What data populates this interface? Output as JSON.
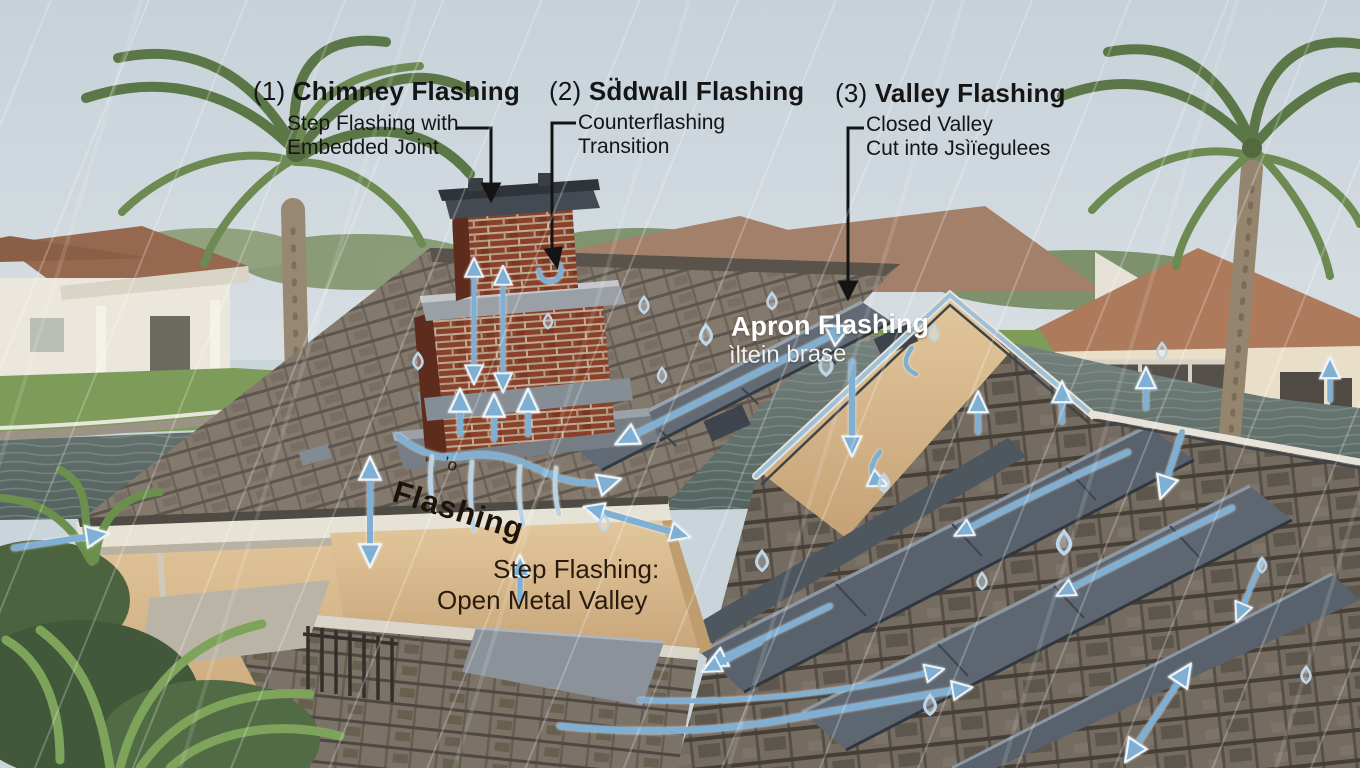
{
  "annotations": {
    "callout1": {
      "number": "(1)",
      "title": "Chimney Flashing",
      "sub1": "Step Flashing with",
      "sub2": "Embedded Joint"
    },
    "callout2": {
      "number": "(2)",
      "title": "Sd̈dwall Flashing",
      "sub1": "Counterflashing",
      "sub2": "Transition"
    },
    "callout3": {
      "number": "(3)",
      "title": "Valley Flashing",
      "sub1": "Closed Valley",
      "sub2": "Cut intө Jsìïegulees"
    }
  },
  "roof_labels": {
    "apron_title": "Apron Flashing",
    "apron_sub": "ìltein brase",
    "wall_stray_mark": "ʼo",
    "wall_label": "Flashing",
    "step_line1": "Step Flashing:",
    "step_line2": "Open Metal Valley"
  },
  "colors": {
    "sky": "#c9d4db",
    "water": "#667573",
    "lawn": "#7d9b59",
    "wall_tan": "#d9bd93",
    "brick": "#8e4630",
    "metal_flashing": "#5a636d",
    "shingle_upper": "#84796d",
    "shingle_lower": "#6f675e",
    "flow_arrow_blue": "#7fb0d4",
    "callout_text": "#151515",
    "white_label": "#ffffff"
  }
}
